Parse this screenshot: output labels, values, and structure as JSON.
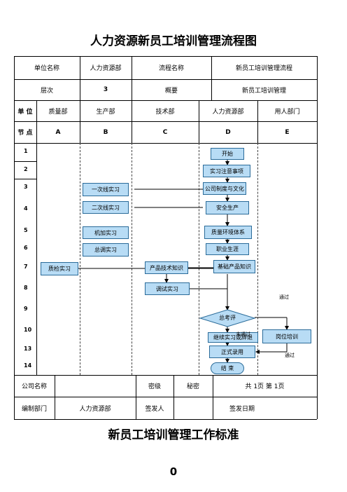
{
  "title": "人力资源新员工培训管理流程图",
  "header": {
    "unit_label": "单位名称",
    "unit_value": "人力资源部",
    "flow_label": "流程名称",
    "flow_value": "新员工培训管理流程",
    "level_label": "层次",
    "level_value": "3",
    "summary_label": "概要",
    "summary_value": "新员工培训管理"
  },
  "departments": {
    "label": "单 位",
    "cols": [
      "质量部",
      "生产部",
      "技术部",
      "人力资源部",
      "用人部门"
    ]
  },
  "nodes": {
    "label": "节 点",
    "cols": [
      "A",
      "B",
      "C",
      "D",
      "E"
    ]
  },
  "row_numbers": [
    "1",
    "2",
    "3",
    "4",
    "5",
    "6",
    "7",
    "8",
    "9",
    "10",
    "13",
    "14"
  ],
  "boxes": {
    "start": "开始",
    "intern_notes": "实习注意事项",
    "company_rules": "公司制度与文化",
    "safety": "安全生产",
    "line1": "一次线实习",
    "line2": "二次线实习",
    "machining": "机加实习",
    "assembly": "总调实习",
    "quality_system": "质量环境体系",
    "career": "职业生涯",
    "basic_product": "基础产品知识",
    "qc_intern": "质检实习",
    "product_tech": "产品技术知识",
    "debug_intern": "调试实习",
    "assessment": "总考评",
    "continue_or_dismiss": "继续实习或辞退",
    "formal_hire": "正式录用",
    "end": "结 束",
    "post_training": "岗位培训"
  },
  "notes": {
    "pass1": "通过",
    "fail": "未通过",
    "pass2": "通过"
  },
  "footer": {
    "company_label": "公司名称",
    "secret_level_label": "密级",
    "secret_value": "秘密",
    "pages": "共 1页    第 1页",
    "dept_label": "编制部门",
    "dept_value": "人力资源部",
    "issuer_label": "签发人",
    "issue_date_label": "签发日期"
  },
  "footer_title": "新员工培训管理工作标准",
  "page_number": "0"
}
